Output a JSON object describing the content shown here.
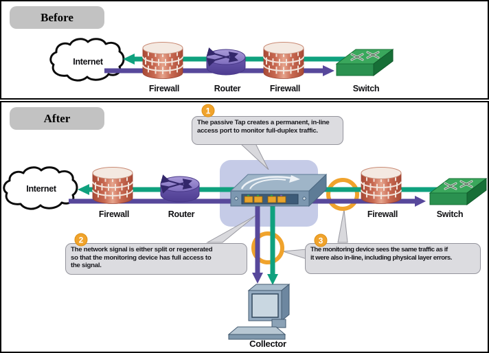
{
  "before": {
    "title": "Before",
    "labels": {
      "internet": "Internet",
      "firewall_left": "Firewall",
      "router": "Router",
      "firewall_right": "Firewall",
      "switch": "Switch"
    }
  },
  "after": {
    "title": "After",
    "labels": {
      "internet": "Internet",
      "firewall_left": "Firewall",
      "router": "Router",
      "firewall_right": "Firewall",
      "switch": "Switch",
      "collector": "Collector"
    },
    "callouts": [
      {
        "number": "1",
        "lines": [
          "The passive Tap creates a permanent, in-line",
          "access port to monitor full-duplex traffic."
        ]
      },
      {
        "number": "2",
        "lines": [
          "The network signal is either split or regenerated",
          "so that the monitoring device has full access to",
          "the signal."
        ]
      },
      {
        "number": "3",
        "lines": [
          "The monitoring device sees the same traffic as if",
          "it were also in-line, including physical layer errors."
        ]
      }
    ]
  },
  "colors": {
    "traffic_green": "#0FA17E",
    "traffic_purple": "#57489B",
    "highlight_orange": "#F0A32C",
    "tap_backdrop_lavender": "#C5CBE7",
    "callout_gray": "#DCDCE0",
    "title_pill_gray": "#C2C2C2"
  }
}
